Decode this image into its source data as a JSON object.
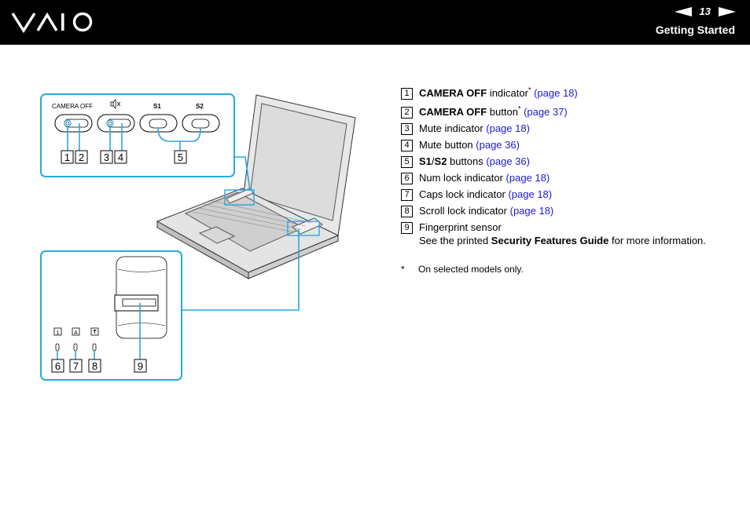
{
  "header": {
    "page_number": "13",
    "section_title": "Getting Started",
    "logo_text": "VAIO",
    "colors": {
      "bar": "#000000",
      "text": "#ffffff"
    }
  },
  "figure": {
    "top_labels": {
      "camera_off": "CAMERA OFF",
      "s1": "S1",
      "s2": "S2"
    },
    "callouts": [
      "1",
      "2",
      "3",
      "4",
      "5",
      "6",
      "7",
      "8",
      "9"
    ],
    "frame_color": "#29a8e0"
  },
  "items": [
    {
      "num": "1",
      "bold": "CAMERA OFF",
      "text": " indicator",
      "sup": "*",
      "link": "(page 18)"
    },
    {
      "num": "2",
      "bold": "CAMERA OFF",
      "text": " button",
      "sup": "*",
      "link": "(page 37)"
    },
    {
      "num": "3",
      "bold": "",
      "text": "Mute indicator ",
      "sup": "",
      "link": "(page 18)"
    },
    {
      "num": "4",
      "bold": "",
      "text": "Mute button ",
      "sup": "",
      "link": "(page 36)"
    },
    {
      "num": "5",
      "bold": "S1",
      "slash": "/",
      "bold2": "S2",
      "text": " buttons ",
      "link": "(page 36)"
    },
    {
      "num": "6",
      "text": "Num lock indicator ",
      "link": "(page 18)"
    },
    {
      "num": "7",
      "text": "Caps lock indicator ",
      "link": "(page 18)"
    },
    {
      "num": "8",
      "text": "Scroll lock indicator ",
      "link": "(page 18)"
    },
    {
      "num": "9",
      "text": "Fingerprint sensor",
      "line2_a": "See the printed ",
      "line2_bold": "Security Features Guide",
      "line2_b": " for more information."
    }
  ],
  "footnote": {
    "mark": "*",
    "text": "On selected models only."
  },
  "link_color": "#1a1ad6"
}
